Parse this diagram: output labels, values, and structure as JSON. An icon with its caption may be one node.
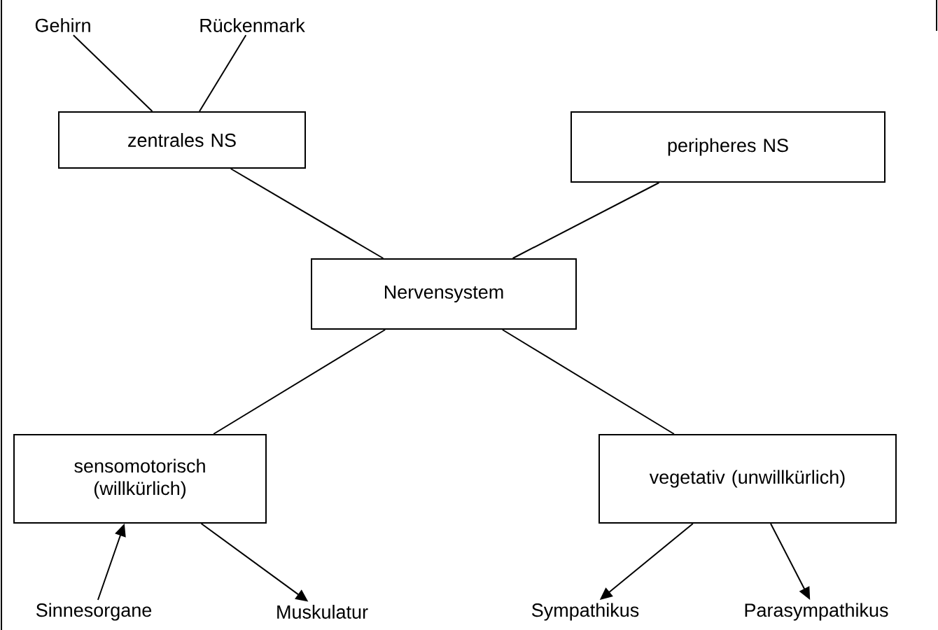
{
  "diagram": {
    "nodes": [
      {
        "text": [
          "Gehirn"
        ]
      },
      {
        "text": [
          "Rückenmark"
        ]
      },
      {
        "text": [
          "zentrales NS"
        ]
      },
      {
        "text": [
          "peripheres NS"
        ]
      },
      {
        "text": [
          "Nervensystem"
        ]
      },
      {
        "text": [
          "sensomotorisch (willkürlich)"
        ]
      },
      {
        "text": [
          "vegetativ (unwillkürlich)"
        ]
      },
      {
        "text": [
          "Sinnesorgane"
        ]
      },
      {
        "text": [
          "Muskulatur"
        ]
      },
      {
        "text": [
          "Sympathikus"
        ]
      },
      {
        "text": [
          "Parasympathikus"
        ]
      }
    ],
    "edges": [
      {
        "from": 0,
        "to": 2,
        "arrow": "none"
      },
      {
        "from": 1,
        "to": 2,
        "arrow": "none"
      },
      {
        "from": 2,
        "to": 4,
        "arrow": "none"
      },
      {
        "from": 3,
        "to": 4,
        "arrow": "none"
      },
      {
        "from": 4,
        "to": 5,
        "arrow": "none"
      },
      {
        "from": 4,
        "to": 6,
        "arrow": "none"
      },
      {
        "from": 7,
        "to": 5,
        "arrow": "to"
      },
      {
        "from": 5,
        "to": 8,
        "arrow": "to"
      },
      {
        "from": 6,
        "to": 9,
        "arrow": "to"
      },
      {
        "from": 6,
        "to": 10,
        "arrow": "to"
      }
    ]
  }
}
